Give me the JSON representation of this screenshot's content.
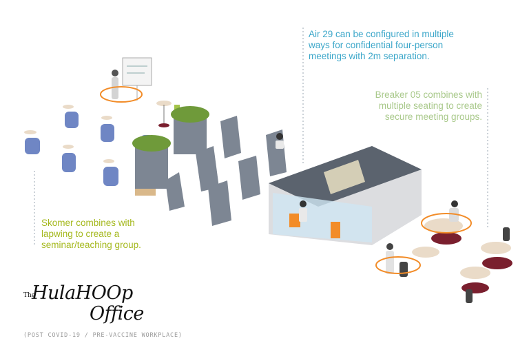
{
  "captions": {
    "air29": "Air 29 can be configured in multiple\nways for confidential four-person\nmeetings with 2m separation.",
    "breaker05": "Breaker 05 combines with\nmultiple seating to create\nsecure meeting groups.",
    "skomer": "Skomer combines with\nlapwing to create a\nseminar/teaching group."
  },
  "logo": {
    "the": "The",
    "line1": "HulaHOOp",
    "line2": "Office",
    "subtitle": "(POST COVID-19 / PRE-VACCINE WORKPLACE)"
  },
  "colors": {
    "air29": "#3aa6c9",
    "breaker05": "#a9c98b",
    "skomer": "#a4b81c",
    "distance_ring": "#f28c28",
    "screen_panel": "#7d8693",
    "chair_blue": "#6f86c4",
    "table_disc": "#eadbc8",
    "rug": "#7a1f2e"
  }
}
